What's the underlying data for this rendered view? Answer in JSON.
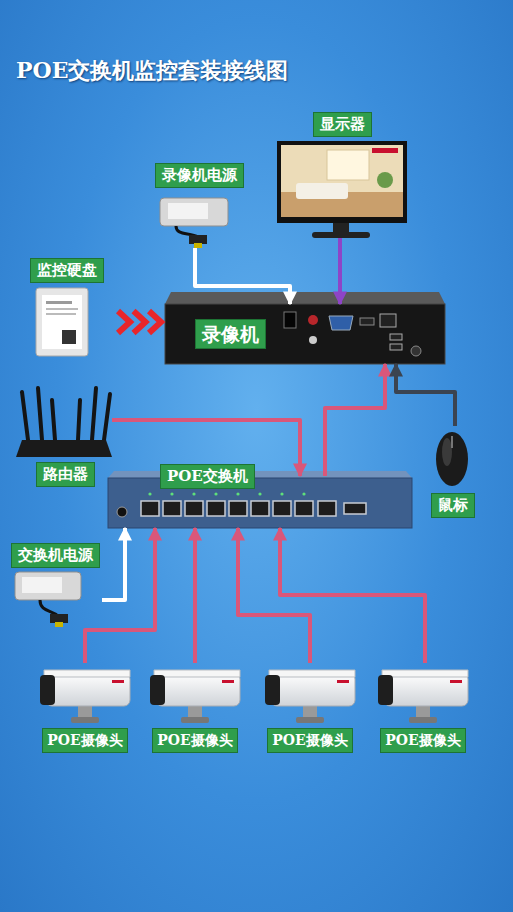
{
  "diagram": {
    "title": "POE交换机监控套装接线图",
    "nodes": [
      {
        "text": [
          "显示器"
        ]
      },
      {
        "text": [
          "录像机电源"
        ]
      },
      {
        "text": [
          "监控硬盘"
        ]
      },
      {
        "text": [
          "录像机"
        ]
      },
      {
        "text": [
          "路由器"
        ]
      },
      {
        "text": [
          "鼠标"
        ]
      },
      {
        "text": [
          "POE交换机"
        ]
      },
      {
        "text": [
          "交换机电源"
        ]
      },
      {
        "text": [
          "POE摄像头"
        ]
      },
      {
        "text": [
          "POE摄像头"
        ]
      },
      {
        "text": [
          "POE摄像头"
        ]
      },
      {
        "text": [
          "POE摄像头"
        ]
      }
    ],
    "edges": [
      {
        "from": 1,
        "to": 3,
        "arrow": "to"
      },
      {
        "from": 0,
        "to": 3,
        "arrow": "to"
      },
      {
        "from": 2,
        "to": 3,
        "arrow": "to"
      },
      {
        "from": 4,
        "to": 6,
        "arrow": "to"
      },
      {
        "from": 6,
        "to": 3,
        "arrow": "to"
      },
      {
        "from": 5,
        "to": 3,
        "arrow": "to"
      },
      {
        "from": 7,
        "to": 6,
        "arrow": "to"
      },
      {
        "from": 8,
        "to": 6,
        "arrow": "to"
      },
      {
        "from": 9,
        "to": 6,
        "arrow": "to"
      },
      {
        "from": 10,
        "to": 6,
        "arrow": "to"
      },
      {
        "from": 11,
        "to": 6,
        "arrow": "to"
      }
    ]
  }
}
